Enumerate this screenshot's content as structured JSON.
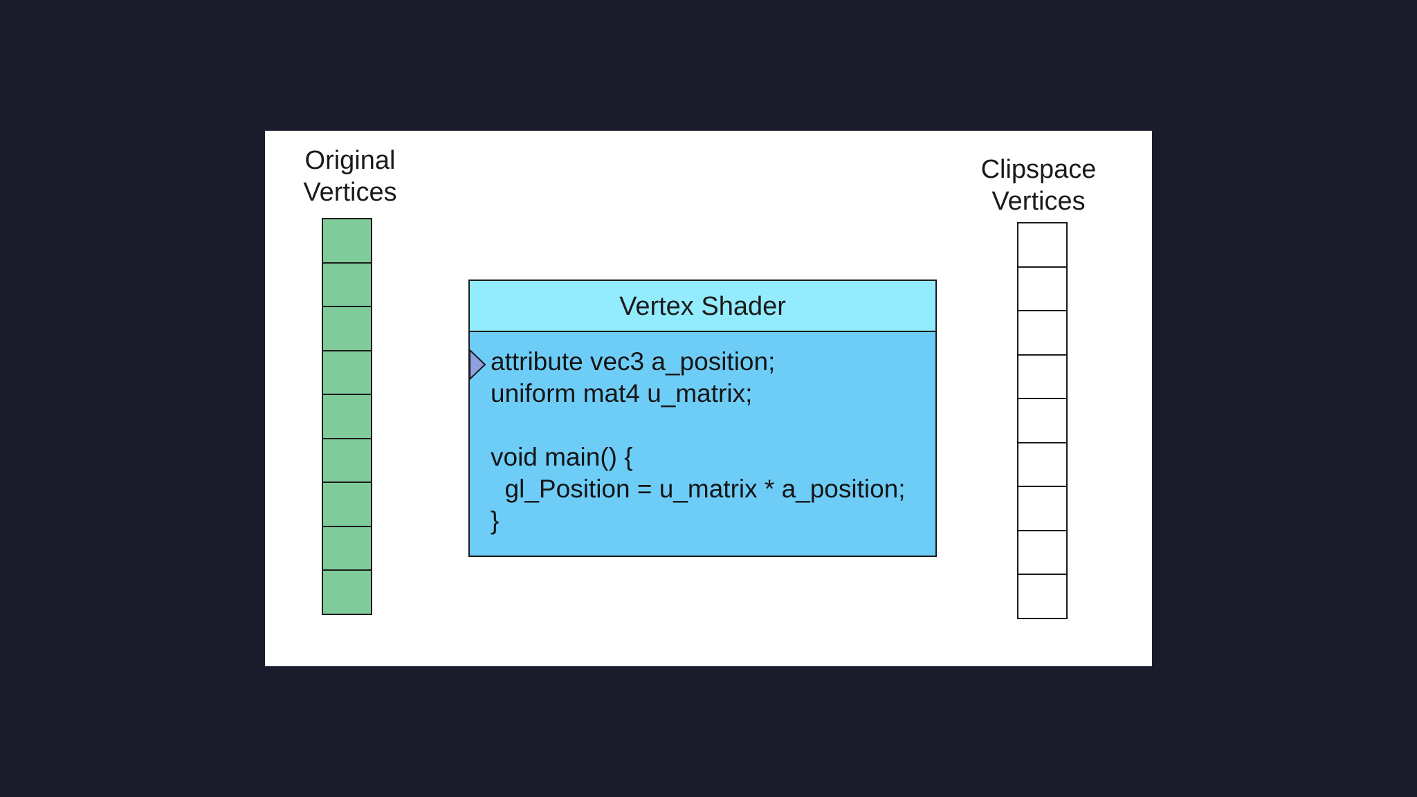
{
  "columns": {
    "original": {
      "title_line1": "Original",
      "title_line2": "Vertices",
      "cell_count": 9,
      "fill_color": "#7fcc9a"
    },
    "clipspace": {
      "title_line1": "Clipspace",
      "title_line2": "Vertices",
      "cell_count": 9,
      "fill_color": "#ffffff"
    }
  },
  "shader": {
    "title": "Vertex Shader",
    "header_color": "#93ecfd",
    "body_color": "#6ecdf7",
    "code_lines": [
      "attribute vec3 a_position;",
      "uniform mat4 u_matrix;",
      "",
      "void main() {",
      "  gl_Position = u_matrix * a_position;",
      "}"
    ],
    "pointer_icon": "triangle-right-icon",
    "pointer_color": "#8f9fe0"
  },
  "theme": {
    "background": "#1a1c2b",
    "panel": "#ffffff"
  }
}
